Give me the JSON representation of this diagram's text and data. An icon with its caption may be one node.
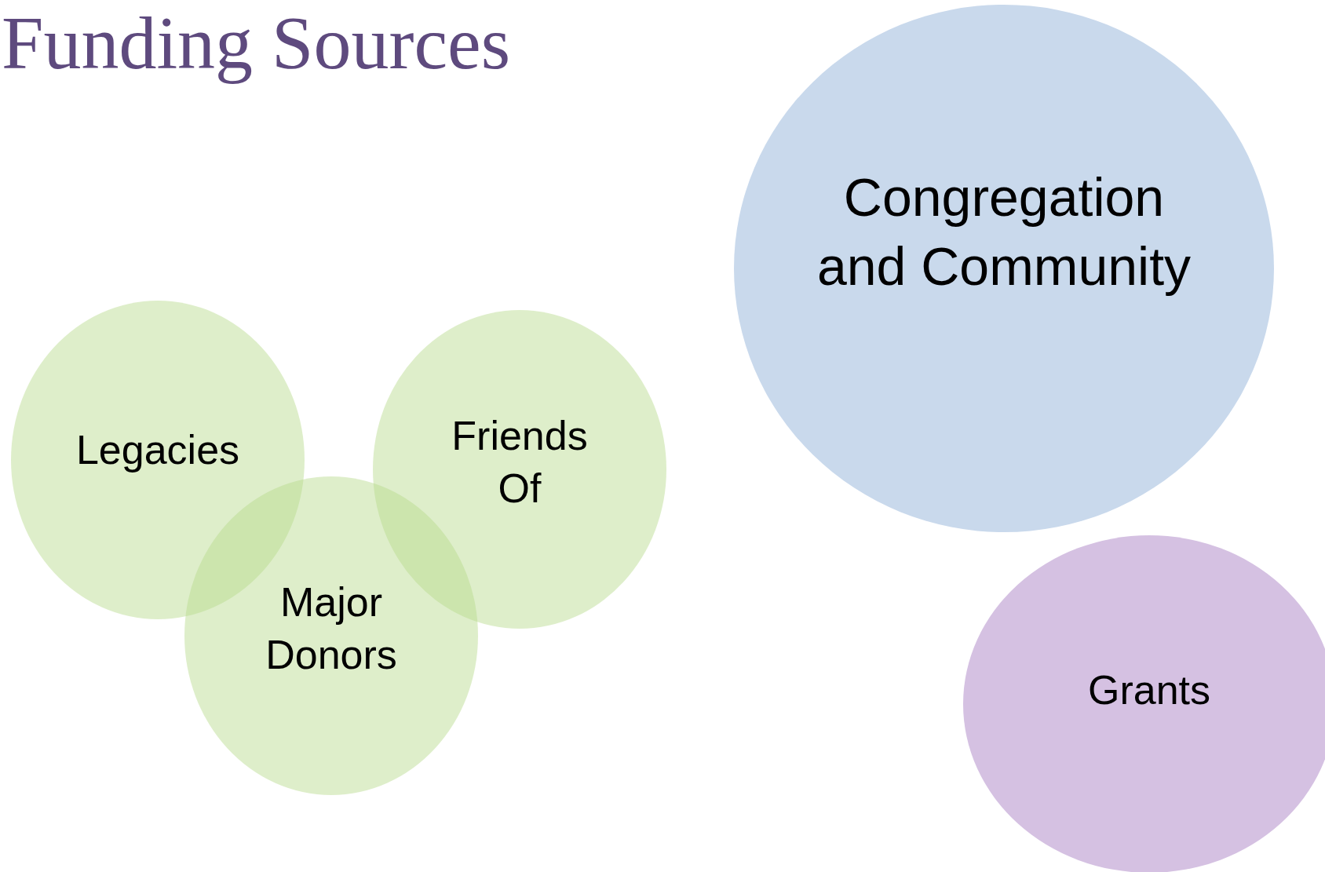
{
  "diagram": {
    "title": "Funding Sources",
    "nodes": [
      {
        "text": [
          "Legacies"
        ]
      },
      {
        "text": [
          "Friends Of"
        ]
      },
      {
        "text": [
          "Major Donors"
        ]
      },
      {
        "text": [
          "Congregation and Community"
        ]
      },
      {
        "text": [
          "Grants"
        ]
      }
    ]
  }
}
